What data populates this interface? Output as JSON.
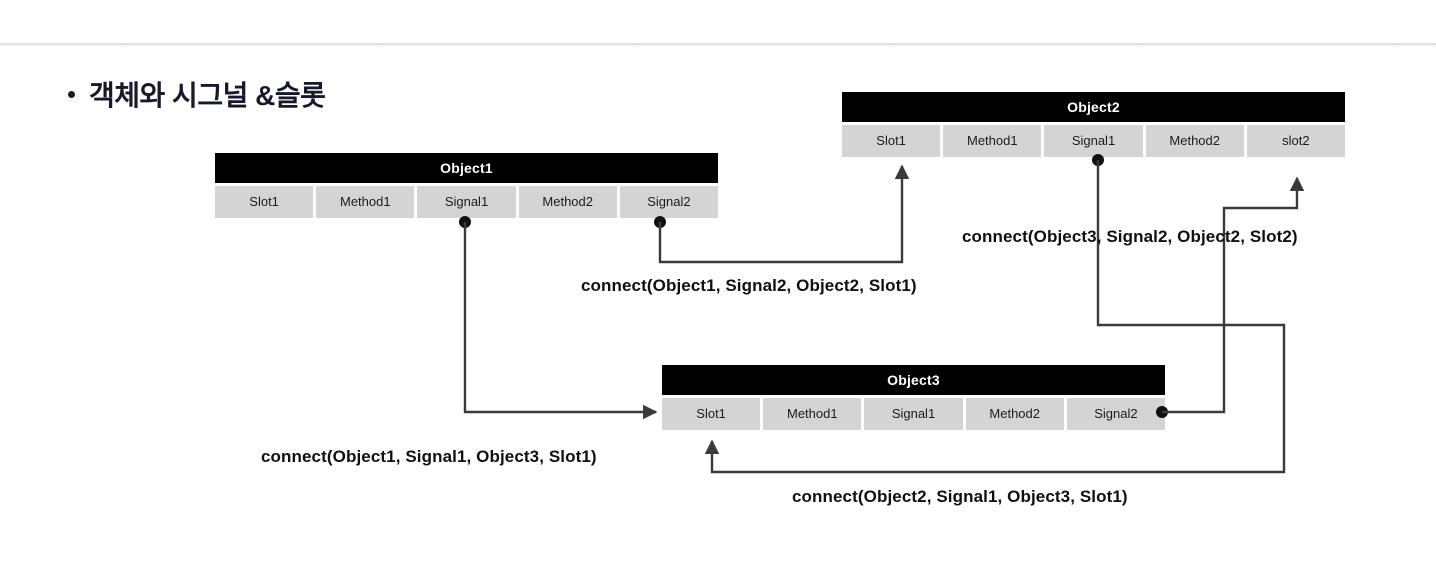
{
  "slide": {
    "title": "객체와 시그널 &슬롯",
    "bullet_glyph": "bullet-dot"
  },
  "colors": {
    "header_bg": "#000000",
    "header_text": "#ffffff",
    "cell_bg": "#d4d4d4",
    "cell_text": "#1c1c1c",
    "wire": "#3a3a3a",
    "page_bg": "#ffffff",
    "title_text": "#16192b"
  },
  "objects": [
    {
      "id": "object1",
      "title": "Object1",
      "cells": [
        "Slot1",
        "Method1",
        "Signal1",
        "Method2",
        "Signal2"
      ]
    },
    {
      "id": "object2",
      "title": "Object2",
      "cells": [
        "Slot1",
        "Method1",
        "Signal1",
        "Method2",
        "slot2"
      ]
    },
    {
      "id": "object3",
      "title": "Object3",
      "cells": [
        "Slot1",
        "Method1",
        "Signal1",
        "Method2",
        "Signal2"
      ]
    }
  ],
  "connections": [
    {
      "id": "conn-o1-sig2-o2-slot1",
      "label": "connect(Object1, Signal2, Object2, Slot1)",
      "from_object": "Object1",
      "from_member": "Signal2",
      "to_object": "Object2",
      "to_member": "Slot1"
    },
    {
      "id": "conn-o3-sig2-o2-slot2",
      "label": "connect(Object3, Signal2, Object2, Slot2)",
      "from_object": "Object3",
      "from_member": "Signal2",
      "to_object": "Object2",
      "to_member": "Slot2"
    },
    {
      "id": "conn-o1-sig1-o3-slot1",
      "label": "connect(Object1, Signal1, Object3, Slot1)",
      "from_object": "Object1",
      "from_member": "Signal1",
      "to_object": "Object3",
      "to_member": "Slot1"
    },
    {
      "id": "conn-o2-sig1-o3-slot1",
      "label": "connect(Object2, Signal1, Object3, Slot1)",
      "from_object": "Object2",
      "from_member": "Signal1",
      "to_object": "Object3",
      "to_member": "Slot1"
    }
  ]
}
